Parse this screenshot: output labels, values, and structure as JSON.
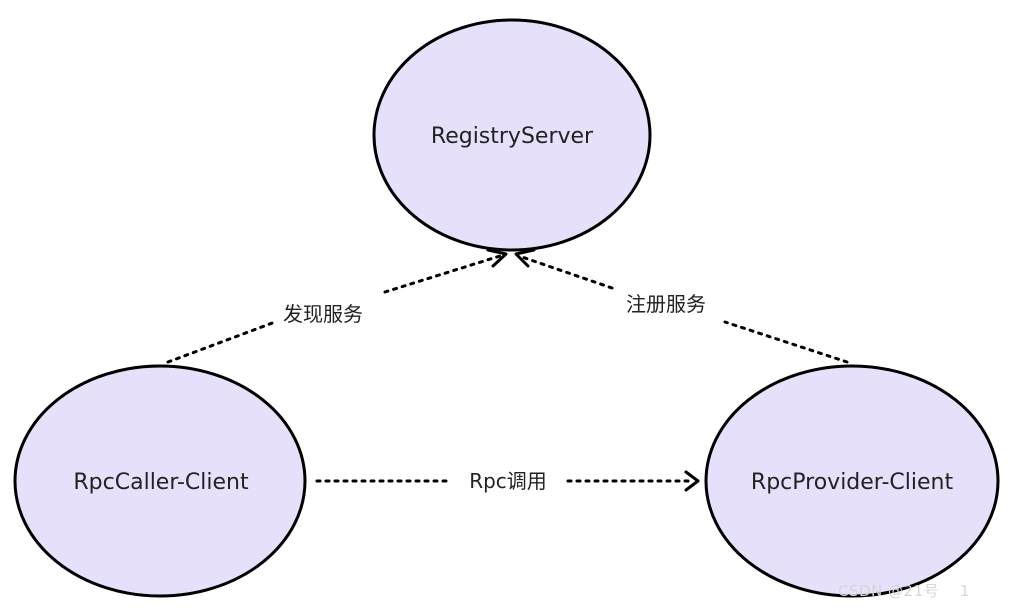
{
  "nodes": {
    "registry": "RegistryServer",
    "caller": "RpcCaller-Client",
    "provider": "RpcProvider-Client"
  },
  "edges": {
    "discover": "发现服务",
    "register": "注册服务",
    "rpc_call": "Rpc调用"
  },
  "colors": {
    "node_fill": "#e6e0fb",
    "stroke": "#000000"
  },
  "watermark": "CSDN @21号　 1"
}
